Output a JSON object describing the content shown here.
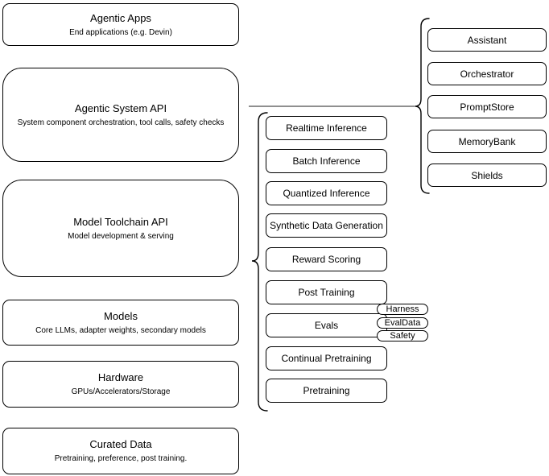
{
  "left_stack": [
    {
      "title": "Agentic Apps",
      "subtitle": "End applications (e.g. Devin)"
    },
    {
      "title": "Agentic System API",
      "subtitle": "System component orchestration, tool calls, safety checks"
    },
    {
      "title": "Model Toolchain API",
      "subtitle": "Model development & serving"
    },
    {
      "title": "Models",
      "subtitle": "Core LLMs, adapter weights, secondary models"
    },
    {
      "title": "Hardware",
      "subtitle": "GPUs/Accelerators/Storage"
    },
    {
      "title": "Curated Data",
      "subtitle": "Pretraining, preference, post training."
    }
  ],
  "toolchain_items": [
    "Realtime Inference",
    "Batch Inference",
    "Quantized Inference",
    "Synthetic Data Generation",
    "Reward Scoring",
    "Post Training",
    "Evals",
    "Continual Pretraining",
    "Pretraining"
  ],
  "evals_tags": [
    "Harness",
    "EvalData",
    "Safety"
  ],
  "system_components": [
    "Assistant",
    "Orchestrator",
    "PromptStore",
    "MemoryBank",
    "Shields"
  ],
  "colors": {
    "stroke": "#000000",
    "connector": "#7f7f7f",
    "fill": "#ffffff"
  }
}
